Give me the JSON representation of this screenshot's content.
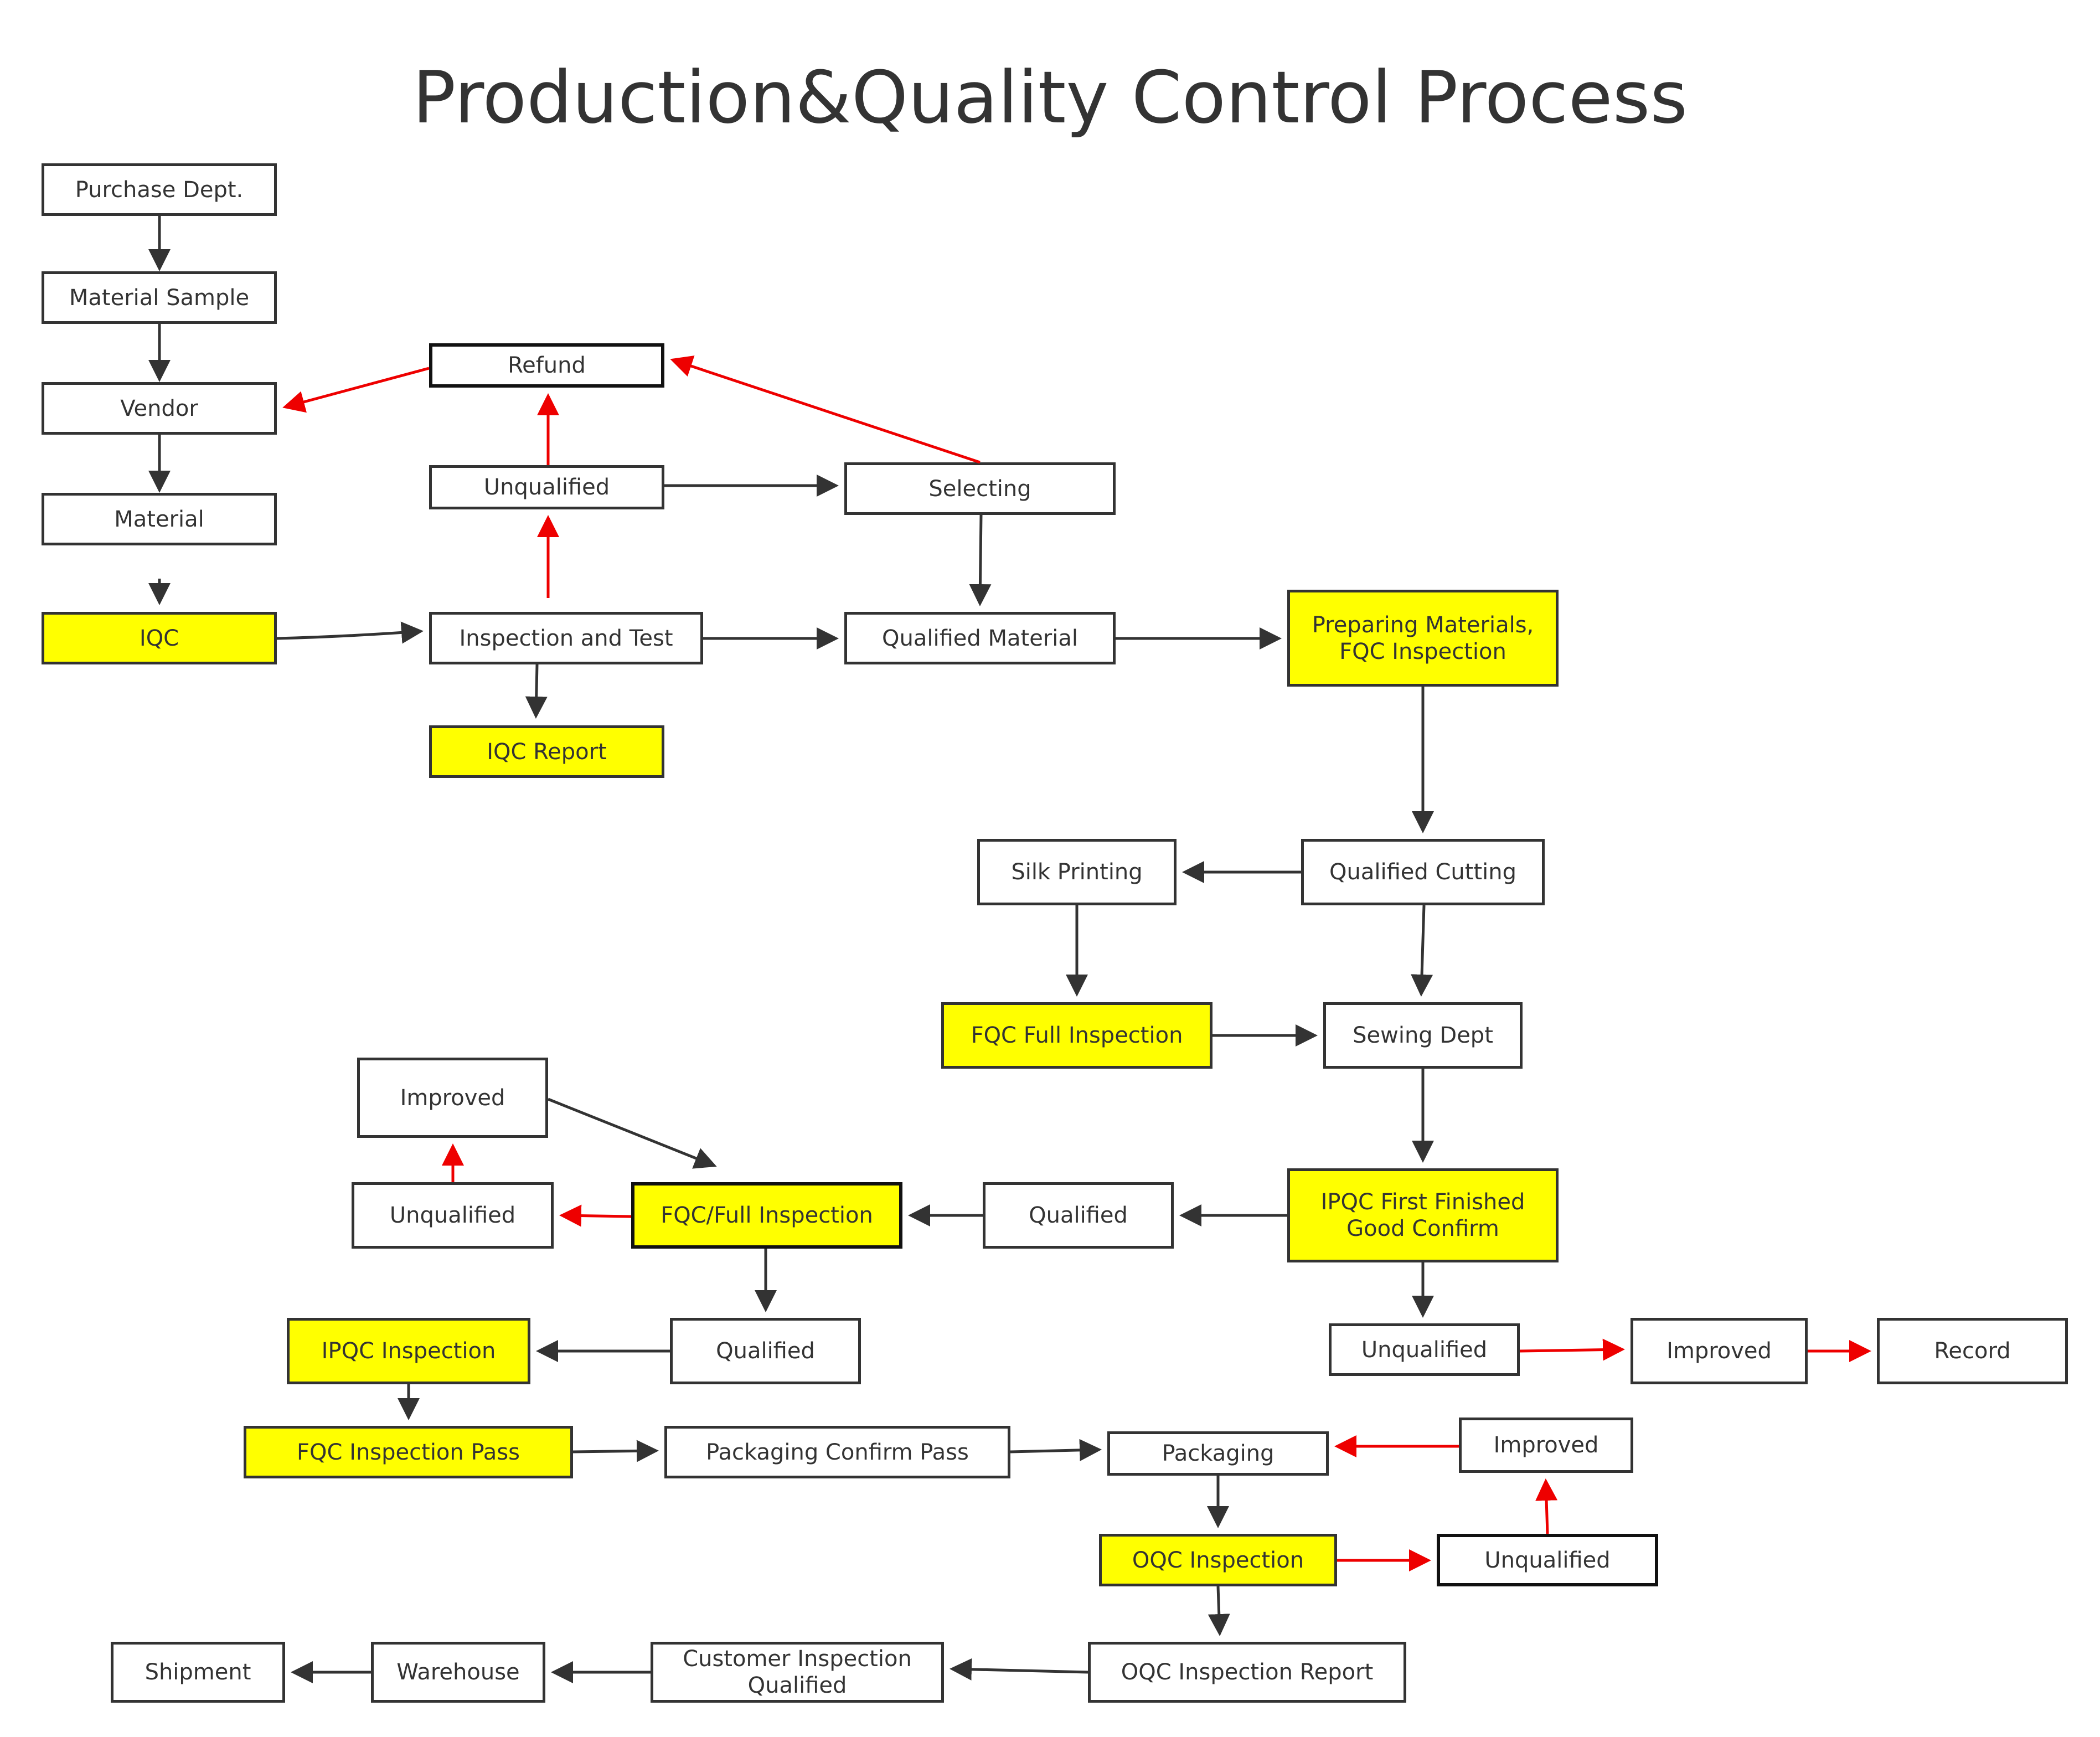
{
  "title": "Production&Quality Control Process",
  "colors": {
    "highlight": "#ffff00",
    "border": "#333333",
    "arrow_black": "#333333",
    "arrow_red": "#ee0000"
  },
  "nodes": {
    "purchase": "Purchase Dept.",
    "material_sample": "Material Sample",
    "vendor": "Vendor",
    "material": "Material",
    "iqc": "IQC",
    "refund": "Refund",
    "unqualified_1": "Unqualified",
    "selecting": "Selecting",
    "inspection_test": "Inspection and Test",
    "qualified_material": "Qualified Material",
    "preparing": "Preparing Materials,\nFQC Inspection",
    "iqc_report": "IQC Report",
    "silk_printing": "Silk Printing",
    "qualified_cutting": "Qualified Cutting",
    "fqc_full_inspection": "FQC Full Inspection",
    "sewing_dept": "Sewing Dept",
    "improved_1": "Improved",
    "unqualified_2": "Unqualified",
    "fqc_full": "FQC/Full Inspection",
    "qualified_1": "Qualified",
    "ipqc_first": "IPQC First Finished\nGood Confirm",
    "ipqc_inspection": "IPQC Inspection",
    "qualified_2": "Qualified",
    "unqualified_3": "Unqualified",
    "improved_2": "Improved",
    "record": "Record",
    "fqc_pass": "FQC Inspection Pass",
    "packaging_confirm": "Packaging Confirm Pass",
    "packaging": "Packaging",
    "improved_3": "Improved",
    "oqc_inspection": "OQC Inspection",
    "unqualified_4": "Unqualified",
    "shipment": "Shipment",
    "warehouse": "Warehouse",
    "customer_inspection": "Customer Inspection\nQualified",
    "oqc_report": "OQC Inspection Report"
  }
}
